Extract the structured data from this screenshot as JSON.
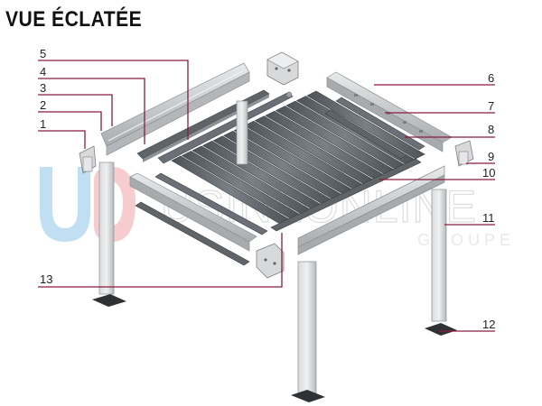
{
  "title": "VUE ÉCLATÉE",
  "watermark": {
    "brand": "USINEONLINE",
    "subtitle": "GROUPE",
    "logo": "UO"
  },
  "callouts": [
    "1",
    "2",
    "3",
    "4",
    "5",
    "6",
    "7",
    "8",
    "9",
    "10",
    "11",
    "12",
    "13"
  ],
  "colors": {
    "leader": "#8a1c3a",
    "steel": "#c9cbcc",
    "steel_dark": "#7d8184",
    "slat": "#5c6166"
  }
}
